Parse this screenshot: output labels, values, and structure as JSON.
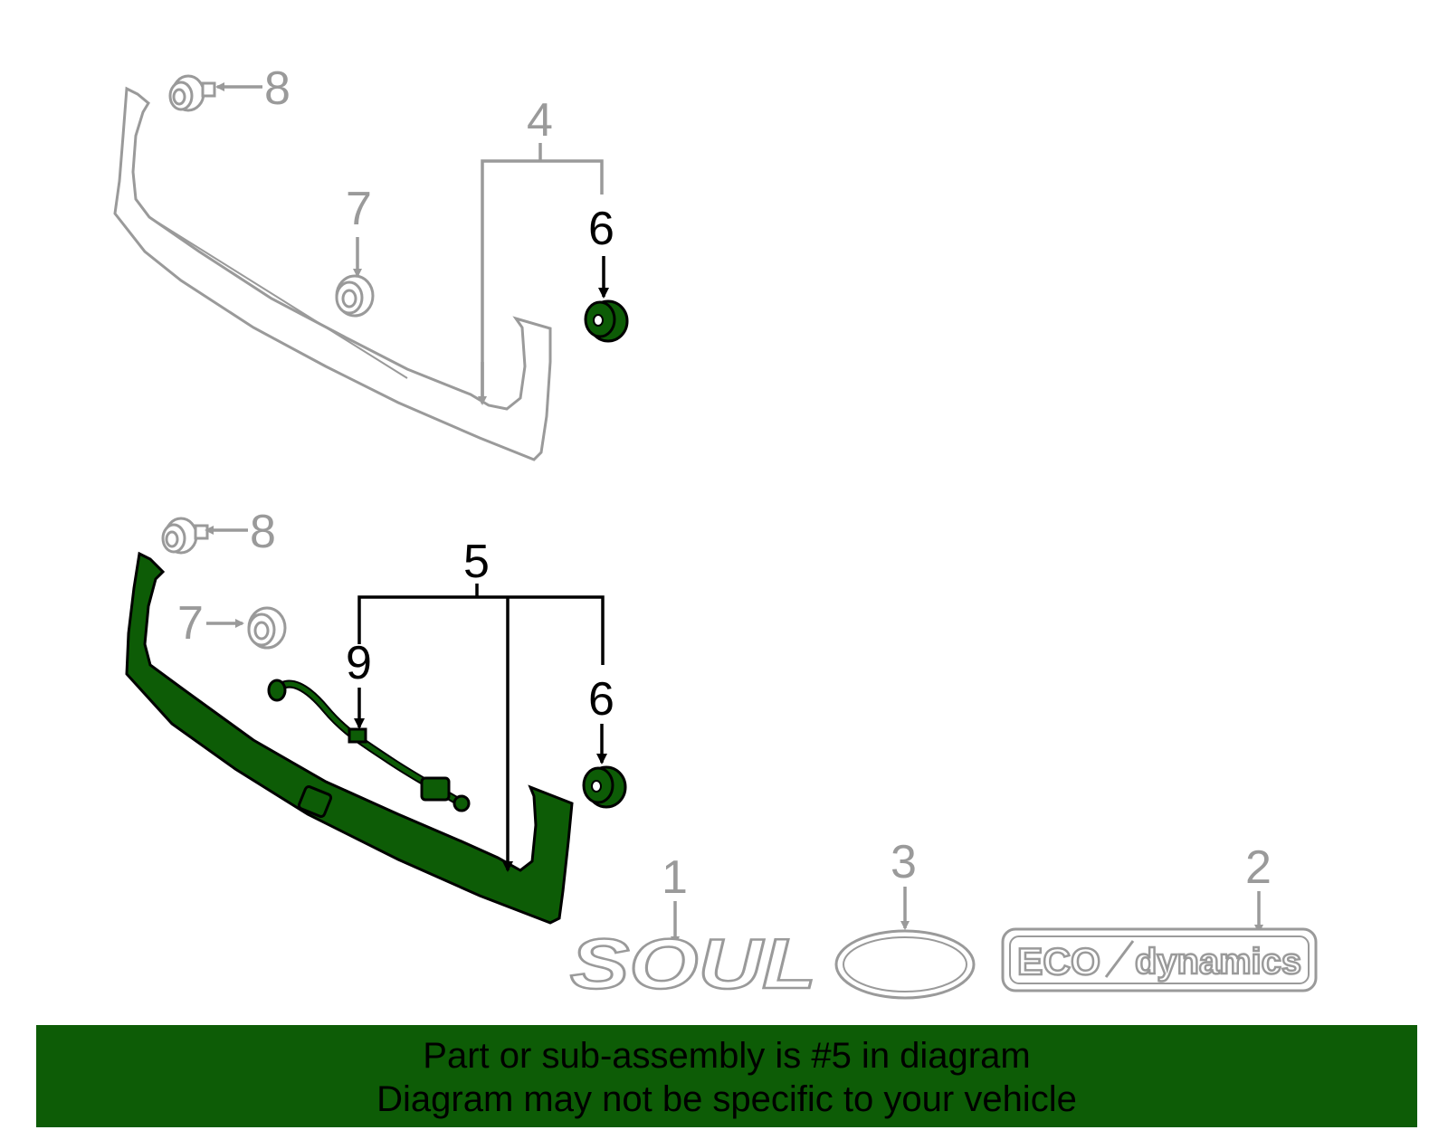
{
  "callouts": {
    "part_1": "1",
    "part_2": "2",
    "part_3": "3",
    "part_4": "4",
    "part_5": "5",
    "part_6_upper": "6",
    "part_6_lower": "6",
    "part_7_upper": "7",
    "part_7_lower": "7",
    "part_8_upper": "8",
    "part_8_lower": "8",
    "part_9": "9"
  },
  "badges": {
    "soul": "SOUL",
    "eco": "ECO",
    "dynamics": "dynamics"
  },
  "banner": {
    "line1": "Part or sub-assembly is #5 in diagram",
    "line2": "Diagram may not be specific to your vehicle"
  },
  "colors": {
    "highlight_green": "#0d5c06",
    "inactive_gray": "#9a9a9a",
    "active_black": "#000000"
  },
  "icons": [
    "clip-icon",
    "nut-icon",
    "grommet-icon",
    "wiring-harness-icon",
    "arrow-icon"
  ]
}
